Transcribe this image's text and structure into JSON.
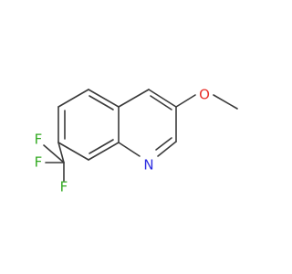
{
  "molecule": {
    "atoms": {
      "oxygen": {
        "label": "O",
        "color": "#e8312b"
      },
      "nitrogen": {
        "label": "N",
        "color": "#2c2ce0"
      },
      "fluorine_1": {
        "label": "F",
        "color": "#33aa22"
      },
      "fluorine_2": {
        "label": "F",
        "color": "#33aa22"
      },
      "fluorine_3": {
        "label": "F",
        "color": "#33aa22"
      }
    },
    "bond_color": "#3a3a3a"
  }
}
